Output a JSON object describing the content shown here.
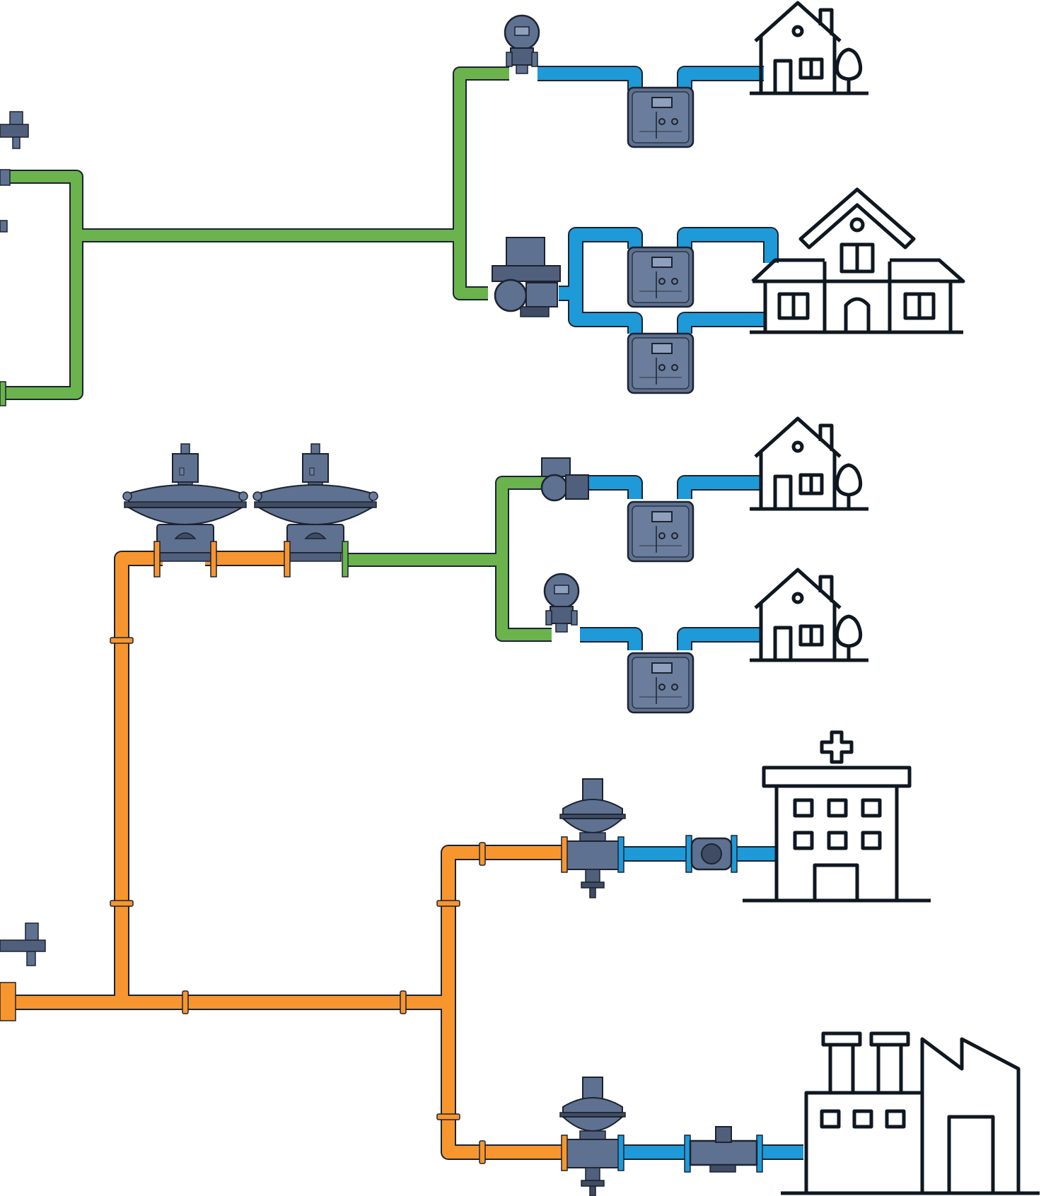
{
  "diagram": {
    "kind": "gas distribution network schematic",
    "colors": {
      "medium_pressure": "#f7962e",
      "low_pressure": "#6ab34d",
      "service": "#1e9ad8",
      "equipment": "#5f7190",
      "equipment_dark": "#3f4c63",
      "building_stroke": "#0f1720"
    },
    "legend_text": []
  },
  "buildings": [
    {
      "id": "house-1",
      "type": "house-icon"
    },
    {
      "id": "large-house",
      "type": "large-house-icon"
    },
    {
      "id": "house-2",
      "type": "house-icon"
    },
    {
      "id": "house-3",
      "type": "house-icon"
    },
    {
      "id": "hospital",
      "type": "hospital-icon"
    },
    {
      "id": "factory",
      "type": "factory-icon"
    }
  ]
}
